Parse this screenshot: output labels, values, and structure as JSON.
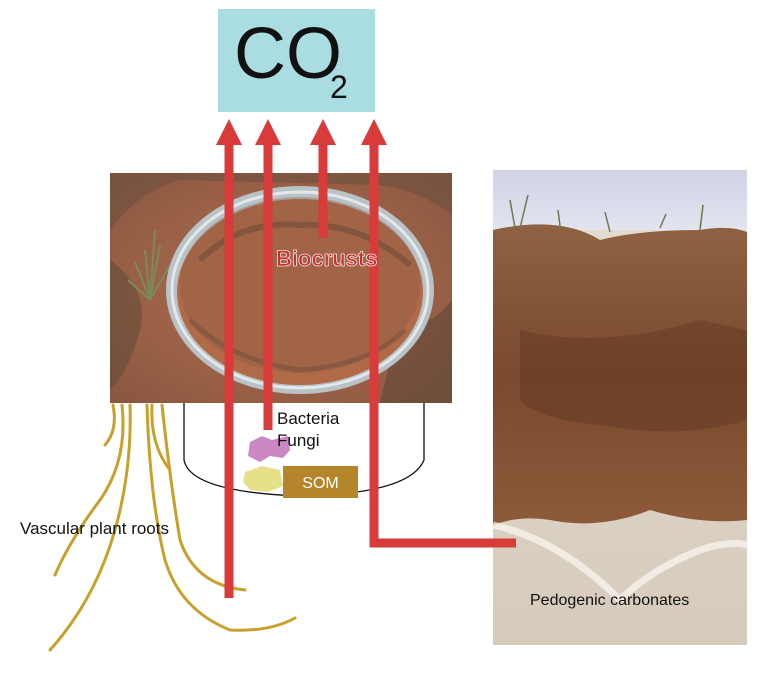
{
  "co2": {
    "main": "CO",
    "sub": "2"
  },
  "labels": {
    "biocrusts": "Biocrusts",
    "bacteria": "Bacteria",
    "fungi": "Fungi",
    "som": "SOM",
    "roots": "Vascular plant roots",
    "carbonates": "Pedogenic carbonates"
  },
  "colors": {
    "co2_box": "#aadde2",
    "arrow": "#d93a3a",
    "roots": "#c9a02a",
    "som_box": "#b5852b",
    "bacteria_blob": "#cc88c4",
    "fungi_blob": "#e6e089",
    "biocrust_text": "#c8302f"
  }
}
